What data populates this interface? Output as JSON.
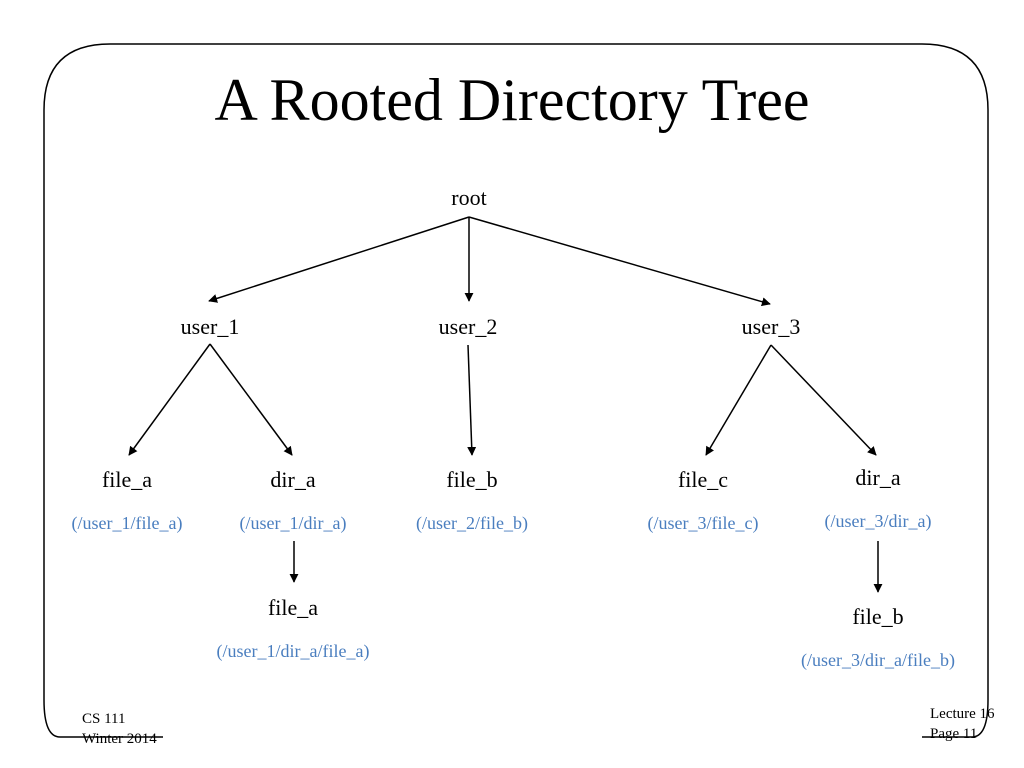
{
  "slide": {
    "title": "A Rooted Directory Tree",
    "footer_left": {
      "course": "CS 111",
      "term": "Winter 2014"
    },
    "footer_right": {
      "lecture": "Lecture 16",
      "page": "Page 11"
    }
  },
  "tree": {
    "root": "root",
    "user_1": {
      "label": "user_1"
    },
    "user_2": {
      "label": "user_2"
    },
    "user_3": {
      "label": "user_3"
    },
    "u1_file_a": {
      "label": "file_a",
      "path": "(/user_1/file_a)"
    },
    "u1_dir_a": {
      "label": "dir_a",
      "path": "(/user_1/dir_a)"
    },
    "u1_dir_a_file_a": {
      "label": "file_a",
      "path": "(/user_1/dir_a/file_a)"
    },
    "u2_file_b": {
      "label": "file_b",
      "path": "(/user_2/file_b)"
    },
    "u3_file_c": {
      "label": "file_c",
      "path": "(/user_3/file_c)"
    },
    "u3_dir_a": {
      "label": "dir_a",
      "path": "(/user_3/dir_a)"
    },
    "u3_dir_a_file_b": {
      "label": "file_b",
      "path": "(/user_3/dir_a/file_b)"
    }
  },
  "colors": {
    "path_text": "#4a7ebf",
    "lines": "#000000"
  }
}
